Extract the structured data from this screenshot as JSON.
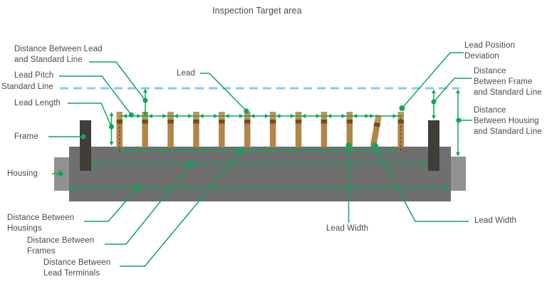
{
  "title": "Inspection Target area",
  "labels": {
    "dist_lead_std": "Distance Between Lead\nand Standard Line",
    "lead_pitch": "Lead Pitch",
    "standard_line": "Standard Line",
    "lead_length": "Lead Length",
    "frame": "Frame",
    "housing": "Housing",
    "dist_housings": "Distance Between\nHousings",
    "dist_frames": "Distance Between\nFrames",
    "dist_lead_terminals": "Distance Between\nLead Terminals",
    "lead": "Lead",
    "lead_width_bottom": "Lead Width",
    "lead_width_right": "Lead Width",
    "lead_position_deviation": "Lead Position\nDeviation",
    "dist_frame_std": "Distance\nBetween Frame\nand Standard Line",
    "dist_housing_std": "Distance\nBetween Housing\nand Standard Line"
  },
  "colors": {
    "c-green": "#0ba75a",
    "c-blue": "#85cbee",
    "c-text": "#4a4a4a",
    "c-lead": "#b18548",
    "c-leadlight": "#bf9458",
    "c-leadband": "#6d4e2a",
    "c-housing": "#6f6f6f",
    "c-housinglight": "#919191",
    "c-frame": "#403d39"
  }
}
